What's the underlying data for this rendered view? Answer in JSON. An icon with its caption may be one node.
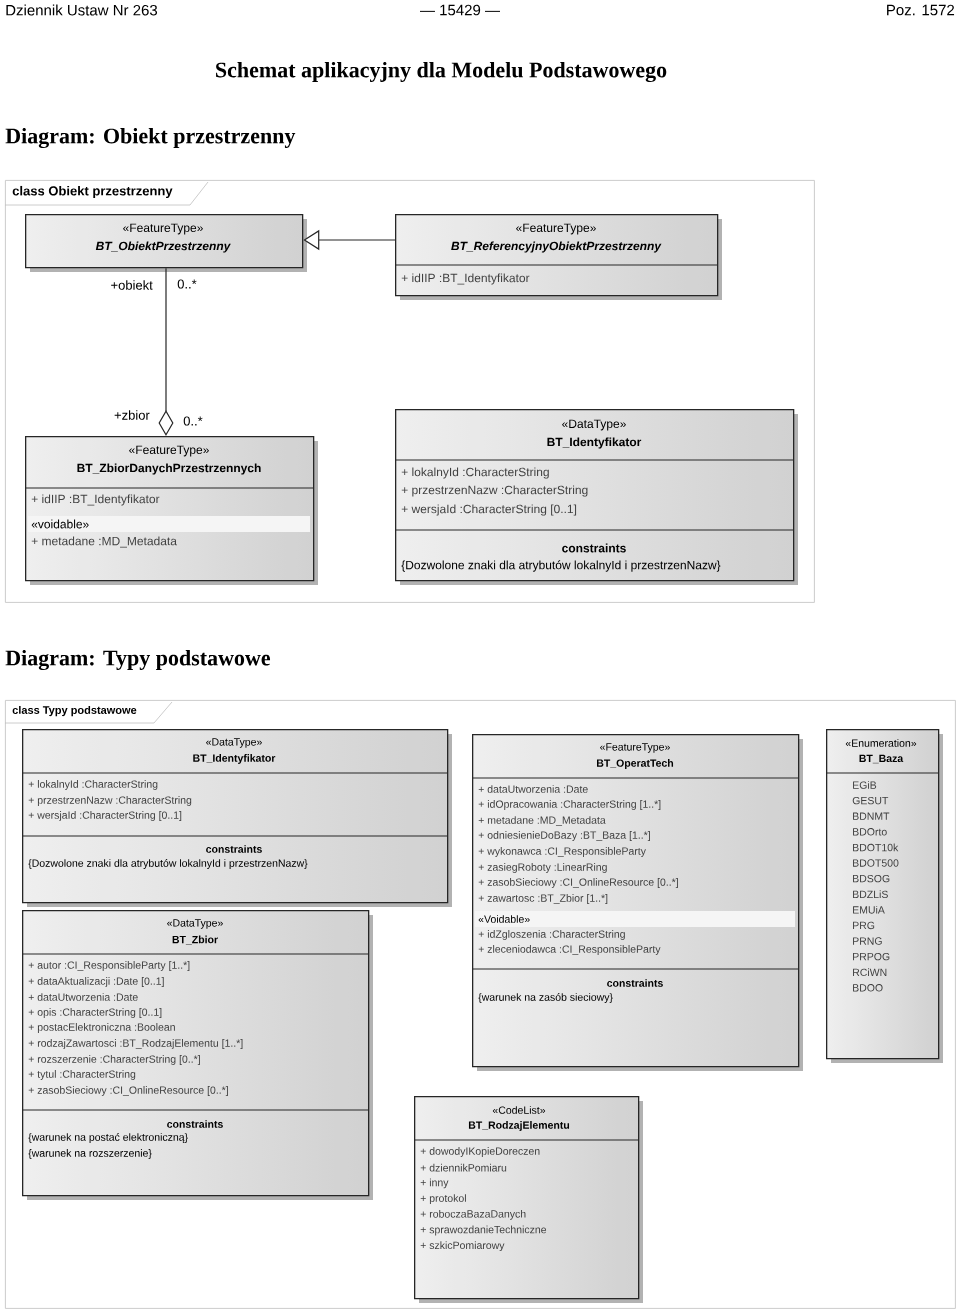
{
  "diagram": {
    "title": "Schemat aplikacyjny dla Modelu Podstawowego",
    "nodes": [
      {
        "text": [
          "class Obiekt przestrzenny"
        ]
      },
      {
        "text": [
          "«FeatureType»",
          "BT_ObiektPrzestrzenny"
        ],
        "in": 0
      },
      {
        "text": [
          "«FeatureType»",
          "BT_ReferencyjnyObiektPrzestrzenny",
          "+ idIIP :BT_Identyfikator"
        ],
        "in": 0
      },
      {
        "text": [
          "«FeatureType»",
          "BT_ZbiorDanychPrzestrzennych",
          "+ idIIP :BT_Identyfikator",
          "«voidable»",
          "+ metadane :MD_Metadata"
        ],
        "in": 0
      },
      {
        "text": [
          "«DataType»",
          "BT_Identyfikator",
          "+ lokalnyId :CharacterString",
          "+ przestrzenNazw :CharacterString",
          "+ wersjaId :CharacterString [0..1]",
          "constraints",
          "{Dozwolone znaki dla atrybutów lokalnyId i przestrzenNazw}"
        ],
        "in": 0
      },
      {
        "text": [
          "class Typy podstawowe"
        ]
      },
      {
        "text": [
          "«DataType»",
          "BT_Identyfikator",
          "+ lokalnyId :CharacterString",
          "+ przestrzenNazw :CharacterString",
          "+ wersjaId :CharacterString [0..1]",
          "constraints",
          "{Dozwolone znaki dla atrybutów lokalnyId i przestrzenNazw}"
        ],
        "in": 5
      },
      {
        "text": [
          "«DataType»",
          "BT_Zbior",
          "+ autor :CI_ResponsibleParty [1..*]",
          "+ dataAktualizacji :Date [0..1]",
          "+ dataUtworzenia :Date",
          "+ opis :CharacterString [0..1]",
          "+ postacElektroniczna :Boolean",
          "+ rodzajZawartosci :BT_RodzajElementu [1..*]",
          "+ rozszerzenie :CharacterString [0..*]",
          "+ tytul :CharacterString",
          "+ zasobSieciowy :CI_OnlineResource [0..*]",
          "constraints",
          "{warunek na postać elektroniczną}",
          "{warunek na rozszerzenie}"
        ],
        "in": 5
      },
      {
        "text": [
          "«FeatureType»",
          "BT_OperatTech",
          "+ dataUtworzenia :Date",
          "+ idOpracowania :CharacterString [1..*]",
          "+ metadane :MD_Metadata",
          "+ odniesienieDoBazy :BT_Baza [1..*]",
          "+ wykonawca :CI_ResponsibleParty",
          "+ zasiegRoboty :LinearRing",
          "+ zasobSieciowy :CI_OnlineResource [0..*]",
          "+ zawartosc :BT_Zbior [1..*]",
          "«Voidable»",
          "+ idZgloszenia :CharacterString",
          "+ zleceniodawca :CI_ResponsibleParty",
          "constraints",
          "{warunek na zasób sieciowy}"
        ],
        "in": 5
      },
      {
        "text": [
          "«Enumeration»",
          "BT_Baza",
          "EGiB",
          "GESUT",
          "BDNMT",
          "BDOrto",
          "BDOT10k",
          "BDOT500",
          "BDSOG",
          "BDZLiS",
          "EMUiA",
          "PRG",
          "PRNG",
          "PRPOG",
          "RCiWN",
          "BDOO"
        ],
        "in": 5
      },
      {
        "text": [
          "«CodeList»",
          "BT_RodzajElementu",
          "+ dowodyIKopieDoreczen",
          "+ dziennikPomiaru",
          "+ inny",
          "+ protokol",
          "+ roboczaBazaDanych",
          "+ sprawozdanieTechniczne",
          "+ szkicPomiarowy"
        ],
        "in": 5
      }
    ],
    "edges": [
      {
        "from": 2,
        "to": 1,
        "arrow": "to"
      },
      {
        "from": 1,
        "to": 3,
        "arrow": "other"
      }
    ],
    "labels": [
      "Dziennik Ustaw Nr 263",
      "— 15429 —",
      "Poz. 1572",
      "Diagram: Obiekt przestrzenny",
      "+obiekt",
      "0..*",
      "+zbior",
      "0..*",
      "Diagram: Typy podstawowe"
    ]
  }
}
